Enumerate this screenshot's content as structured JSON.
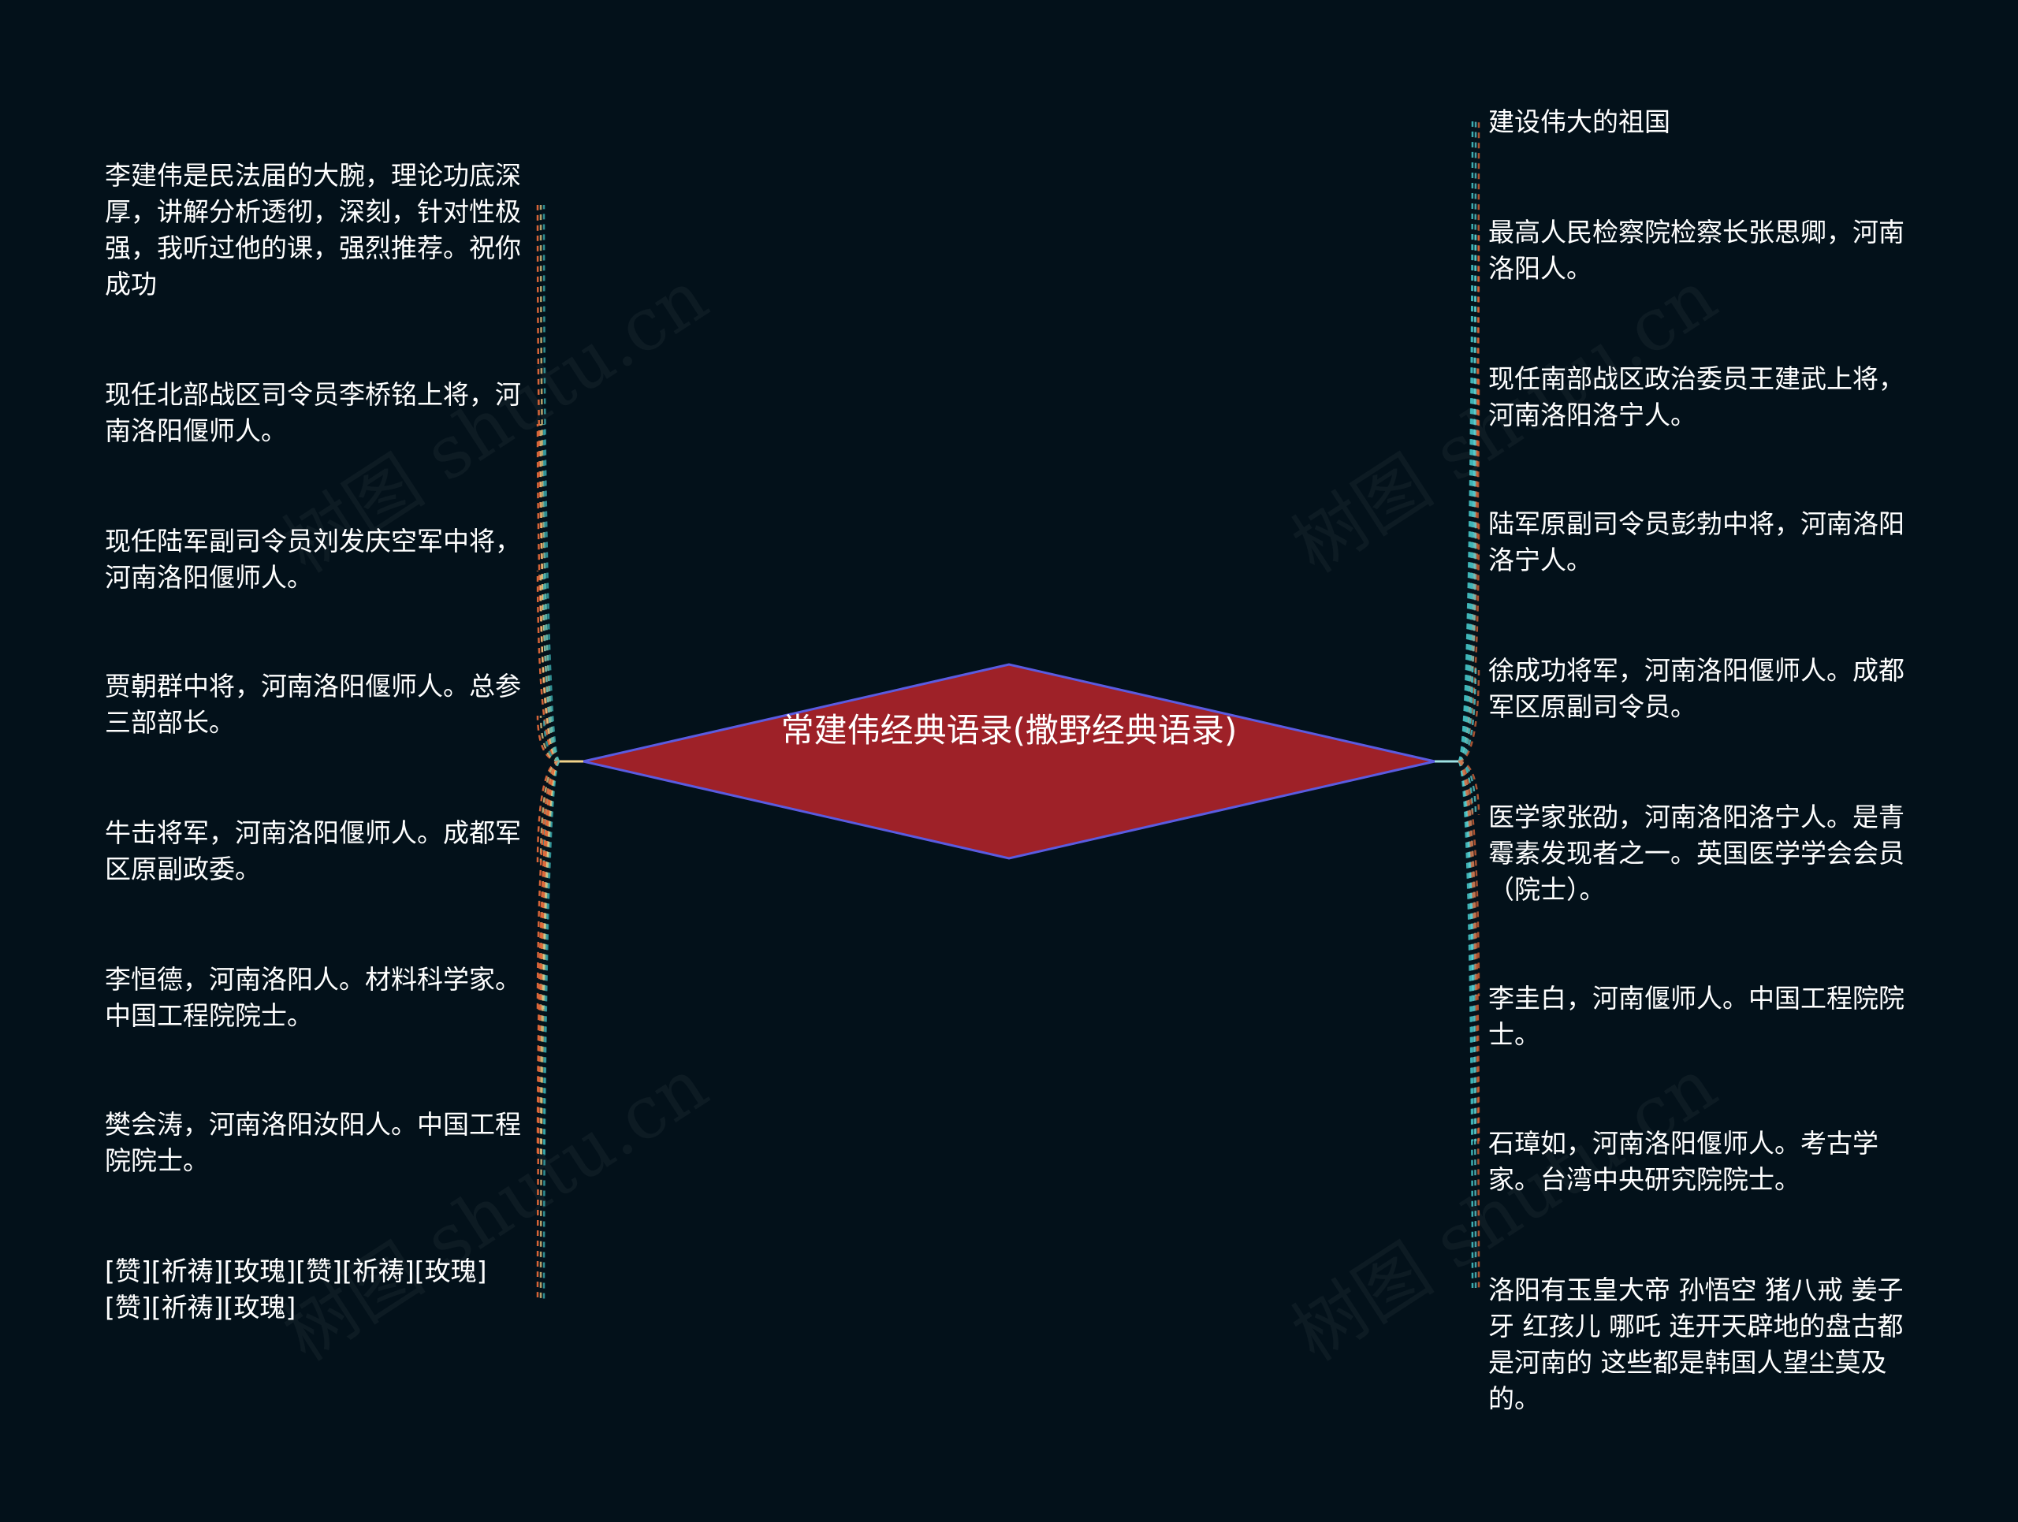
{
  "root": {
    "title": "常建伟经典语录(撒野经典语录)",
    "fill": "#9e2128",
    "stroke": "#5b5be0"
  },
  "watermark_text": "树图 shutu.cn",
  "left_items": [
    "李建伟是民法届的大腕，理论功底深厚，讲解分析透彻，深刻，针对性极强，我听过他的课，强烈推荐。祝你成功",
    "现任北部战区司令员李桥铭上将，河南洛阳偃师人。",
    "现任陆军副司令员刘发庆空军中将，河南洛阳偃师人。",
    "贾朝群中将，河南洛阳偃师人。总参三部部长。",
    "牛击将军，河南洛阳偃师人。成都军区原副政委。",
    "李恒德，河南洛阳人。材料科学家。中国工程院院士。",
    "樊会涛，河南洛阳汝阳人。中国工程院院士。",
    "[赞][祈祷][玫瑰][赞][祈祷][玫瑰][赞][祈祷][玫瑰]"
  ],
  "right_items": [
    "建设伟大的祖国",
    "最高人民检察院检察长张思卿，河南洛阳人。",
    "现任南部战区政治委员王建武上将，河南洛阳洛宁人。",
    "陆军原副司令员彭勃中将，河南洛阳洛宁人。",
    "徐成功将军，河南洛阳偃师人。成都军区原副司令员。",
    "医学家张劭，河南洛阳洛宁人。是青霉素发现者之一。英国医学学会会员（院士）。",
    "李圭白，河南偃师人。中国工程院院士。",
    "石璋如，河南洛阳偃师人。考古学家。台湾中央研究院院士。",
    "洛阳有玉皇大帝 孙悟空  猪八戒 姜子牙 红孩儿 哪吒 连开天辟地的盘古都是河南的 这些都是韩国人望尘莫及的。"
  ],
  "colors": {
    "background": "#03111a",
    "left_branch": [
      "#e0683a",
      "#f2d38a",
      "#3fb6b8"
    ],
    "right_branch": [
      "#3fb6b8",
      "#5fd3d6",
      "#e0683a"
    ]
  }
}
